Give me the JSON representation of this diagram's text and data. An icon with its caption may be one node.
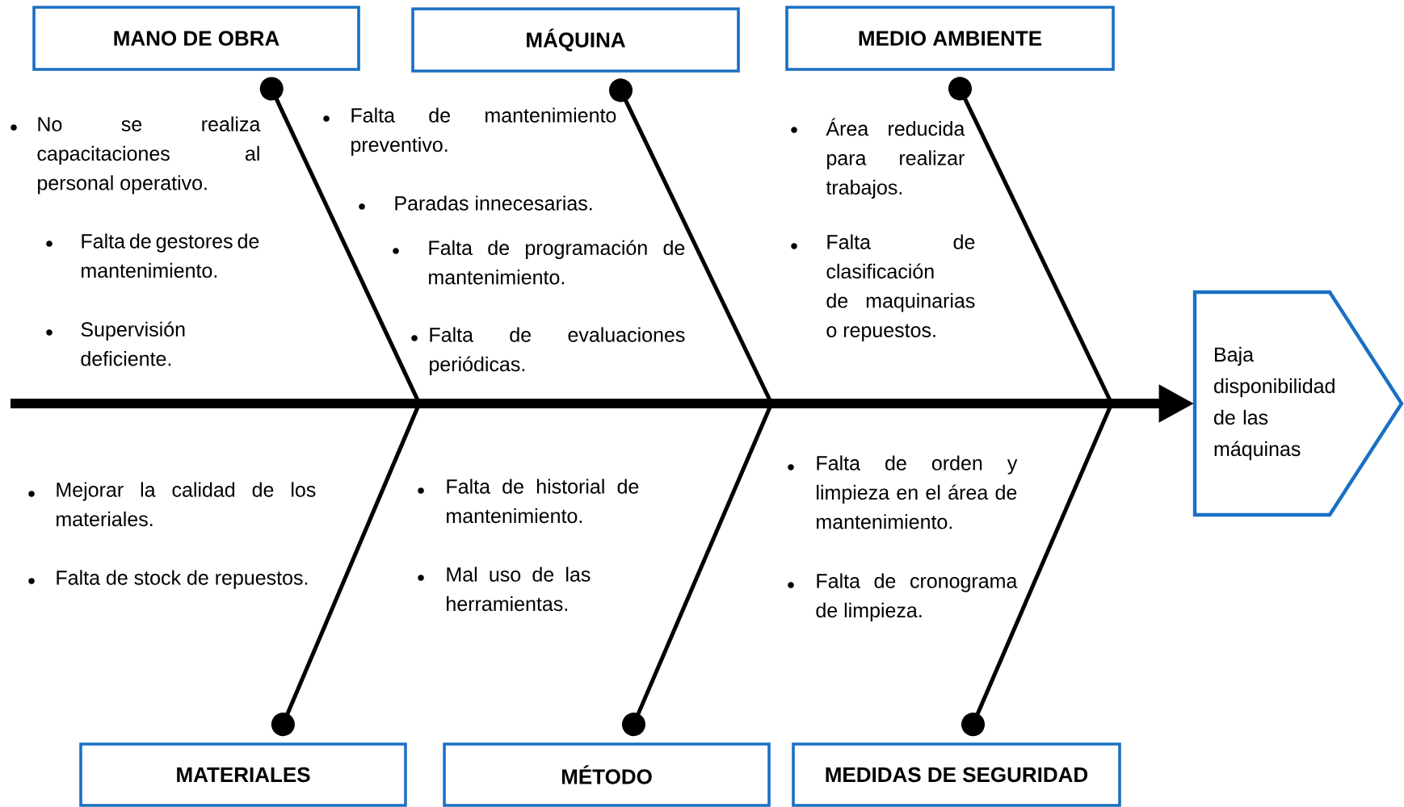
{
  "diagram": {
    "nodes": [
      {
        "text": [
          "MANO DE OBRA"
        ]
      },
      {
        "text": [
          "MÁQUINA"
        ]
      },
      {
        "text": [
          "MEDIO AMBIENTE"
        ]
      },
      {
        "text": [
          "MATERIALES"
        ]
      },
      {
        "text": [
          "MÉTODO"
        ]
      },
      {
        "text": [
          "MEDIDAS DE SEGURIDAD"
        ]
      },
      {
        "text": [
          "Baja disponibilidad de las máquinas"
        ]
      }
    ],
    "edges": [
      {
        "from": 0,
        "to": null,
        "arrow": "other"
      },
      {
        "from": 1,
        "to": null,
        "arrow": "other"
      },
      {
        "from": 2,
        "to": null,
        "arrow": "other"
      },
      {
        "from": 3,
        "to": null,
        "arrow": "other"
      },
      {
        "from": 4,
        "to": null,
        "arrow": "other"
      },
      {
        "from": 5,
        "to": null,
        "arrow": "other"
      },
      {
        "from": null,
        "to": 6,
        "arrow": "to",
        "style": "thick"
      }
    ],
    "labels": [
      "No se realiza capacitaciones al personal operativo.",
      "Falta de gestores de mantenimiento.",
      "Supervisión deficiente.",
      "Falta de mantenimiento preventivo.",
      "Paradas innecesarias.",
      "Falta de programación de mantenimiento.",
      "Falta de evaluaciones periódicas.",
      "Área reducida para realizar trabajos.",
      "Falta de clasificación de maquinarias o repuestos.",
      "Mejorar la calidad de los materiales.",
      "Falta de stock de repuestos.",
      "Falta de historial de mantenimiento.",
      "Mal uso de las herramientas.",
      "Falta de orden y limpieza en el área de mantenimiento.",
      "Falta de cronograma de limpieza."
    ]
  }
}
